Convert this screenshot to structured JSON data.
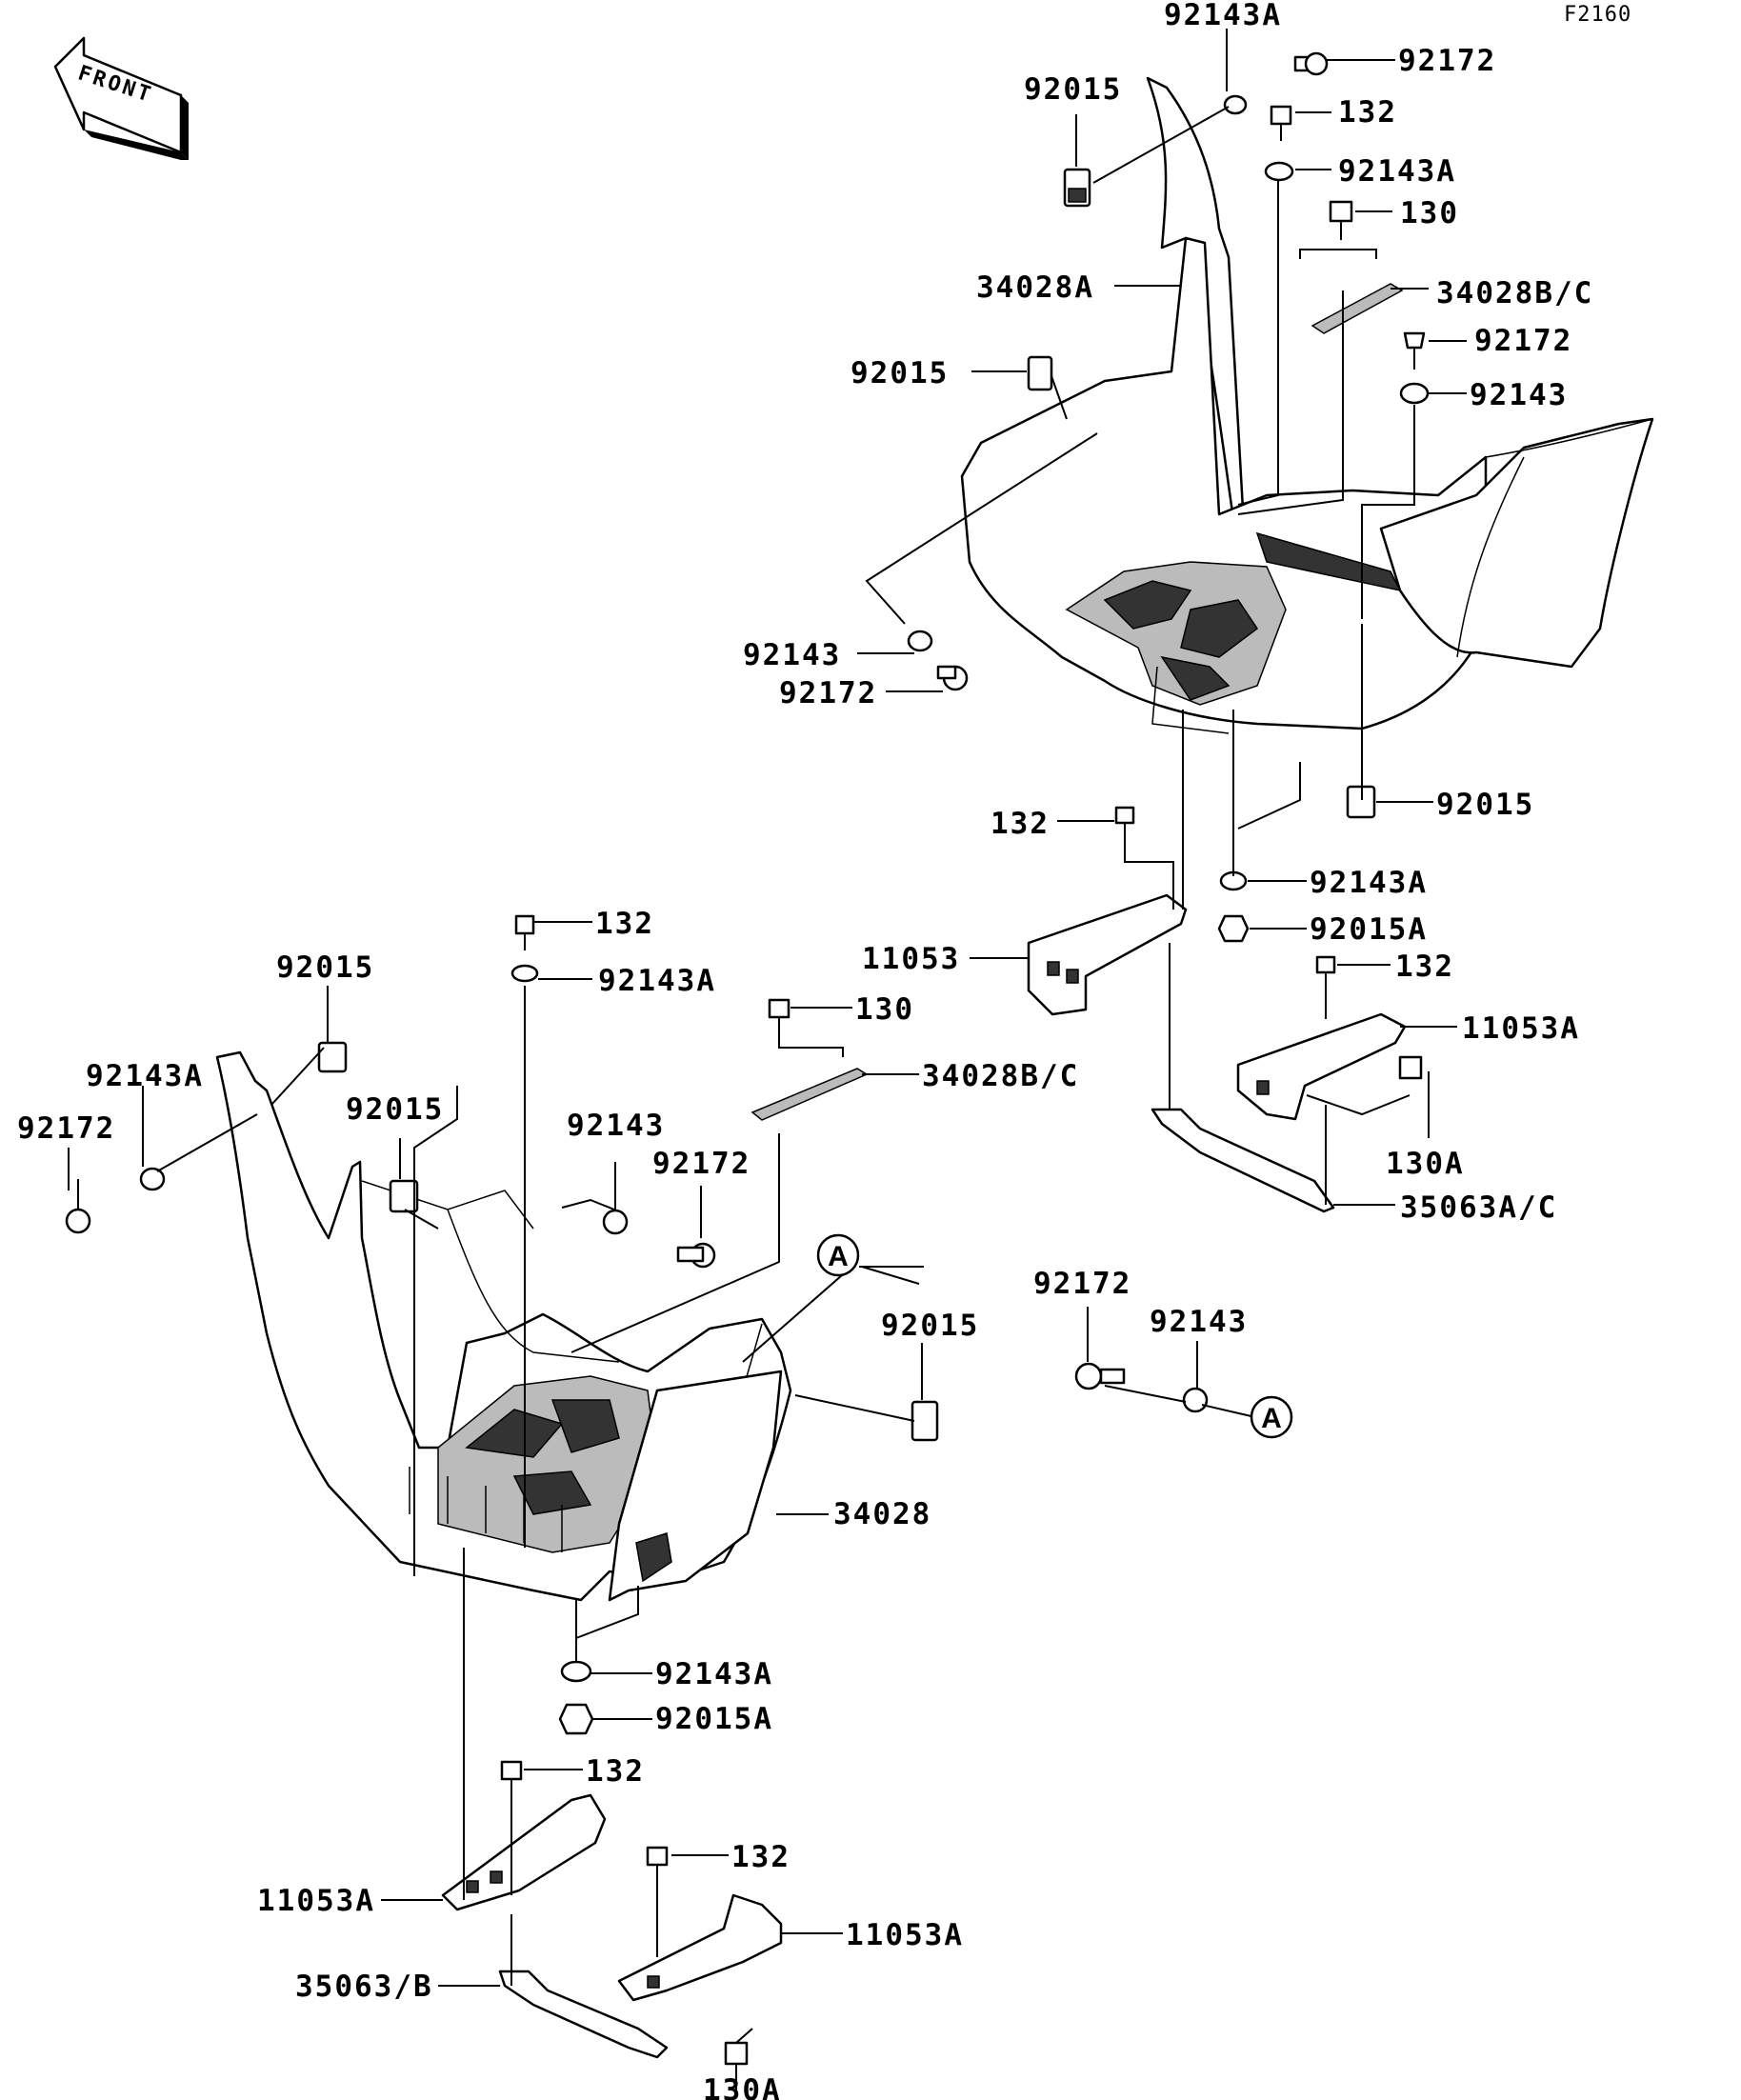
{
  "figure_code": "F2160",
  "front_label": "FRONT",
  "callouts": {
    "a1": "A",
    "a2": "A"
  },
  "labels": {
    "l01": "92143A",
    "l02": "92172",
    "l03": "92015",
    "l04": "132",
    "l05": "92143A",
    "l06": "130",
    "l07": "34028A",
    "l08": "34028B/C",
    "l09": "92172",
    "l10": "92015",
    "l11": "92143",
    "l12": "92143",
    "l13": "92172",
    "l14": "92015",
    "l15": "132",
    "l16": "92143A",
    "l17": "92015A",
    "l18": "11053",
    "l19": "132",
    "l20": "11053A",
    "l21": "130A",
    "l22": "35063A/C",
    "l23": "132",
    "l24": "92143A",
    "l25": "92015",
    "l26": "130",
    "l27": "92143A",
    "l28": "34028B/C",
    "l29": "92172",
    "l30": "92015",
    "l31": "92143",
    "l32": "92172",
    "l33": "92015",
    "l34": "92172",
    "l35": "92143",
    "l36": "34028",
    "l37": "92143A",
    "l38": "92015A",
    "l39": "132",
    "l40": "132",
    "l41": "11053A",
    "l42": "11053A",
    "l43": "35063/B",
    "l44": "130A"
  }
}
